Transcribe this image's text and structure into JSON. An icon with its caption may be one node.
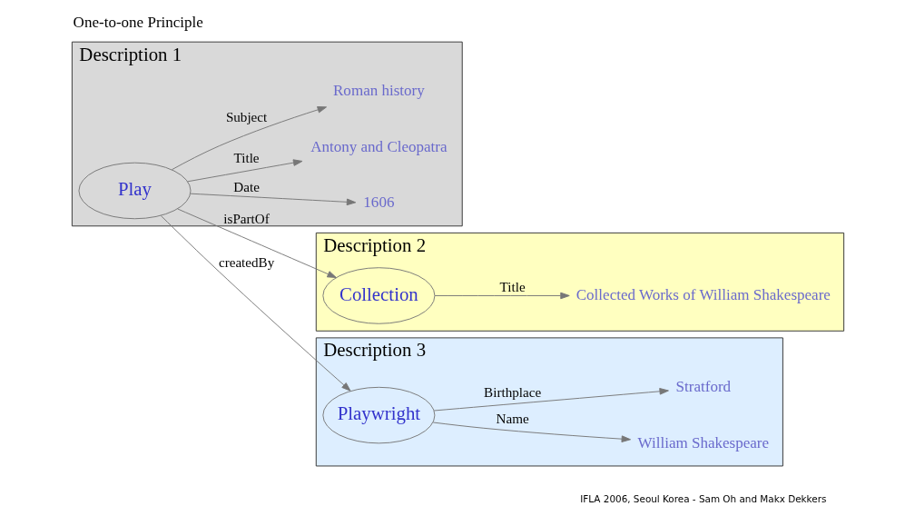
{
  "diagram": {
    "title": "One-to-one Principle",
    "nodes": [
      {
        "text": [
          "Description 1"
        ]
      },
      {
        "text": [
          "Play"
        ],
        "in": 0
      },
      {
        "text": [
          "1606"
        ],
        "in": 0
      },
      {
        "text": [
          "Antony and Cleopatra"
        ],
        "in": 0
      },
      {
        "text": [
          "Roman history"
        ],
        "in": 0
      },
      {
        "text": [
          "Description 2"
        ]
      },
      {
        "text": [
          "Collection"
        ],
        "in": 5
      },
      {
        "text": [
          "Collected Works of William Shakespeare"
        ],
        "in": 5
      },
      {
        "text": [
          "Description 3"
        ]
      },
      {
        "text": [
          "Playwright"
        ],
        "in": 8
      },
      {
        "text": [
          "William Shakespeare"
        ],
        "in": 8
      },
      {
        "text": [
          "Stratford"
        ],
        "in": 8
      }
    ],
    "edges": [
      {
        "from": 1,
        "to": 2,
        "arrow": "to",
        "label": "Date"
      },
      {
        "from": 1,
        "to": 3,
        "arrow": "to",
        "label": "Title"
      },
      {
        "from": 1,
        "to": 6,
        "arrow": "to",
        "label": "isPartOf"
      },
      {
        "from": 1,
        "to": 9,
        "arrow": "to",
        "label": "createdBy"
      },
      {
        "from": 1,
        "to": 4,
        "arrow": "to",
        "label": "Subject"
      },
      {
        "from": 6,
        "to": 7,
        "arrow": "to",
        "label": "Title"
      },
      {
        "from": 9,
        "to": 10,
        "arrow": "to",
        "label": "Name"
      },
      {
        "from": 9,
        "to": 11,
        "arrow": "to",
        "label": "Birthplace"
      }
    ],
    "labels": [
      "IFLA 2006, Seoul Korea - Sam Oh and Makx Dekkers"
    ]
  }
}
